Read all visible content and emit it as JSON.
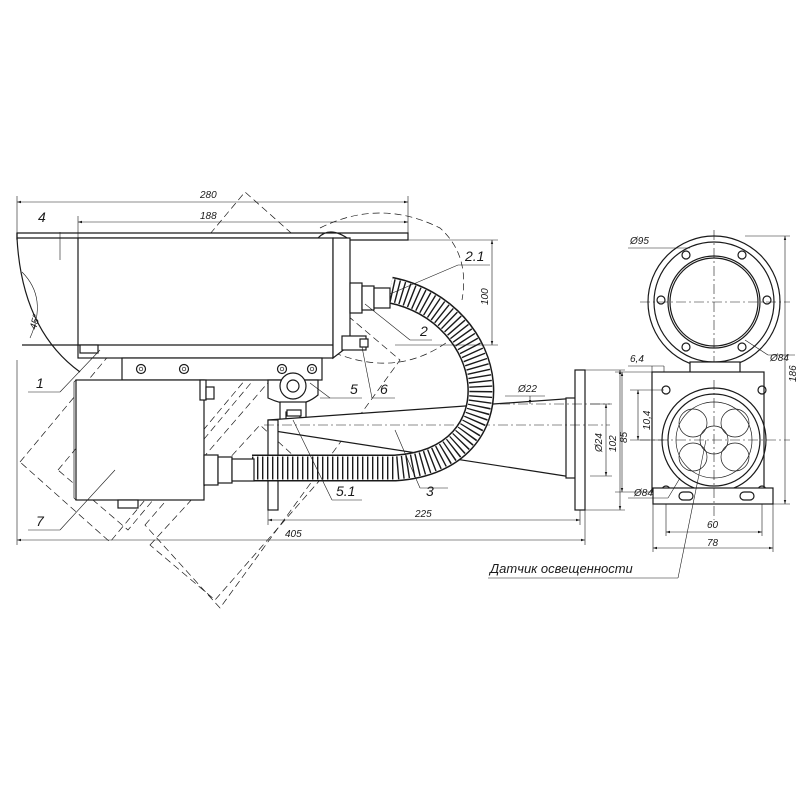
{
  "dimensions": {
    "d280": "280",
    "d188": "188",
    "d100": "100",
    "d45": "45°",
    "d22": "Ø22",
    "d24": "Ø24",
    "d102": "102",
    "d225": "225",
    "d405": "405",
    "d95": "Ø95",
    "d64": "6,4",
    "d84top": "Ø84",
    "d186": "186",
    "d104": "10,4",
    "d85": "85",
    "d84bot": "Ø84",
    "d60": "60",
    "d78": "78"
  },
  "parts": {
    "p1": "1",
    "p2": "2",
    "p21": "2.1",
    "p3": "3",
    "p4": "4",
    "p5": "5",
    "p51": "5.1",
    "p6": "6",
    "p7": "7"
  },
  "caption": "Датчик освещенности"
}
